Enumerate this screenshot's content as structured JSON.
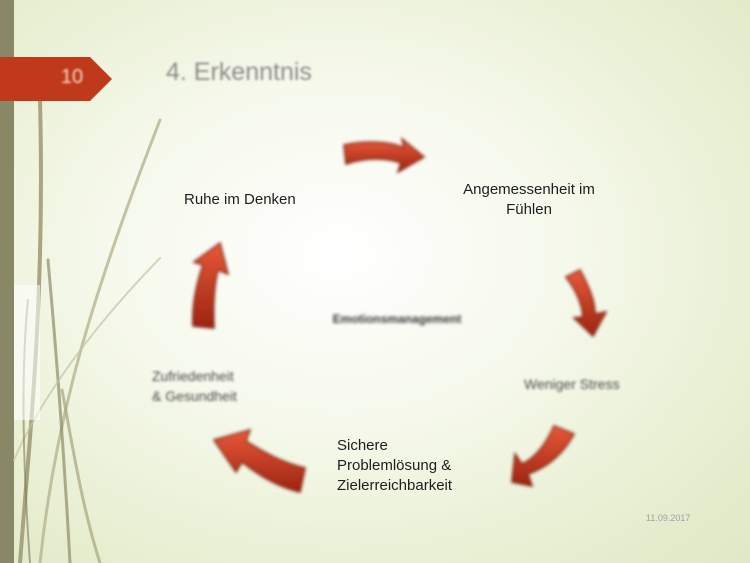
{
  "slide": {
    "number": "10",
    "title": "4. Erkenntnis",
    "date": "11.09.2017"
  },
  "diagram": {
    "center_label": "Emotionsmanagement",
    "nodes": [
      {
        "id": "ruhe",
        "lines": [
          "Ruhe im Denken"
        ]
      },
      {
        "id": "angemessenheit",
        "lines": [
          "Angemessenheit im",
          "Fühlen"
        ]
      },
      {
        "id": "stress",
        "lines": [
          "Weniger Stress"
        ]
      },
      {
        "id": "problem",
        "lines": [
          "Sichere",
          "Problemlösung &",
          "Zielerreichbarkeit"
        ]
      },
      {
        "id": "zufriedenheit",
        "lines": [
          "Zufriedenheit",
          "& Gesundheit"
        ]
      }
    ]
  },
  "colors": {
    "accent": "#c0391b",
    "sidebar": "#8a8767"
  }
}
